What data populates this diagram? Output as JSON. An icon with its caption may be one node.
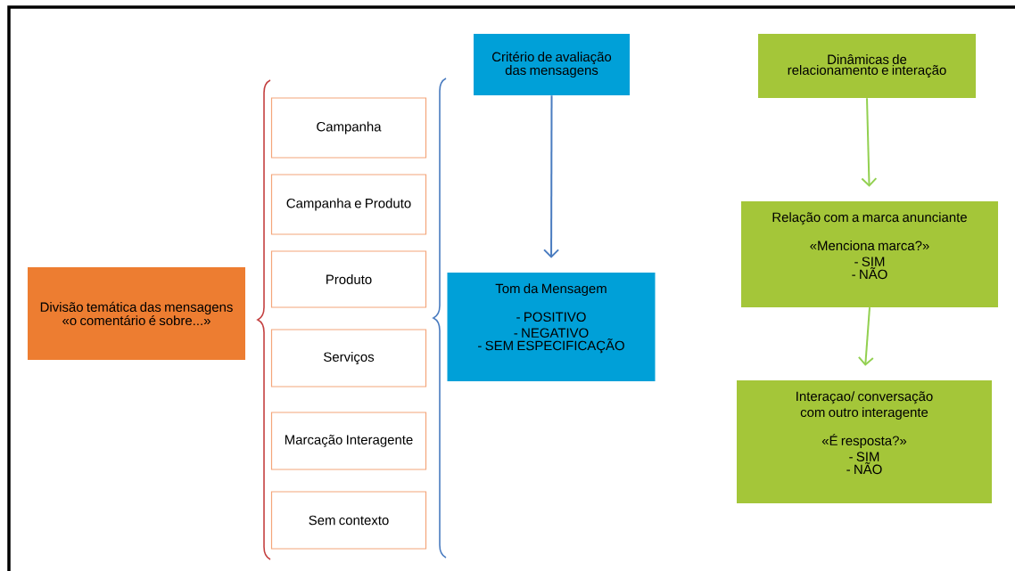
{
  "diagram": {
    "nodes": [
      {
        "text": [
          "Divisão temática das mensagens «o comentário é sobre...»"
        ]
      },
      {
        "text": [
          "Campanha"
        ]
      },
      {
        "text": [
          "Campanha e Produto"
        ]
      },
      {
        "text": [
          "Produto"
        ]
      },
      {
        "text": [
          "Serviços"
        ]
      },
      {
        "text": [
          "Marcação Interagente"
        ]
      },
      {
        "text": [
          "Sem contexto"
        ]
      },
      {
        "text": [
          "Critério de avaliação das mensagens"
        ]
      },
      {
        "text": [
          "Tom da Mensagem",
          "- POSITIVO",
          "- NEGATIVO",
          "- SEM ESPECIFICAÇÃO"
        ]
      },
      {
        "text": [
          "Dinâmicas de relacionamento e interação"
        ]
      },
      {
        "text": [
          "Relação com a marca anunciante",
          "«Menciona marca?»",
          "- SIM",
          "- NÃO"
        ]
      },
      {
        "text": [
          "Interaçao/ conversação com outro interagente",
          "«É resposta?»",
          "- SIM",
          "- NÃO"
        ]
      }
    ],
    "edges": [
      {
        "from": 7,
        "to": 8,
        "arrow": "to",
        "color": "#4a7cc0"
      },
      {
        "from": 9,
        "to": 10,
        "arrow": "to"
      },
      {
        "from": 10,
        "to": 11,
        "arrow": "to"
      }
    ]
  }
}
